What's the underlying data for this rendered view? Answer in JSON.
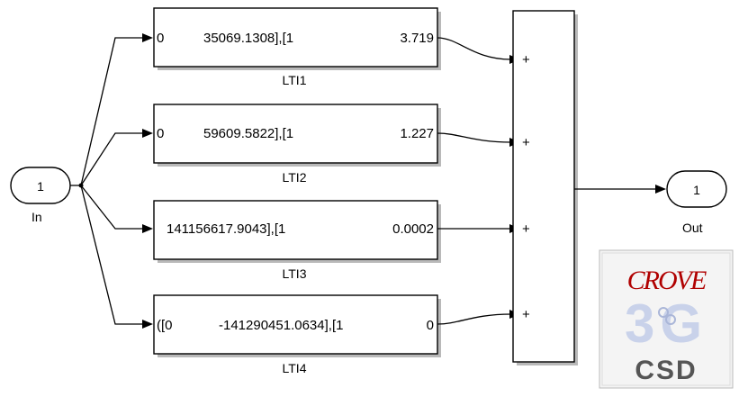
{
  "inport": {
    "number": "1",
    "label": "In"
  },
  "outport": {
    "number": "1",
    "label": "Out"
  },
  "lti_blocks": [
    {
      "name": "LTI1",
      "text_left": "0",
      "text_mid": "35069.1308],[1",
      "text_right": "3.719"
    },
    {
      "name": "LTI2",
      "text_left": "0",
      "text_mid": "59609.5822],[1",
      "text_right": "1.227"
    },
    {
      "name": "LTI3",
      "text_left": "",
      "text_mid": "141156617.9043],[1",
      "text_right": "0.0002"
    },
    {
      "name": "LTI4",
      "text_left": "([0",
      "text_mid": "-141290451.0634],[1",
      "text_right": "0"
    }
  ],
  "sum_block": {
    "signs": [
      "+",
      "+",
      "+",
      "+"
    ]
  },
  "watermark": {
    "logo_text": "CROVE",
    "middle_text": "3G",
    "bottom_text": "CSD"
  }
}
